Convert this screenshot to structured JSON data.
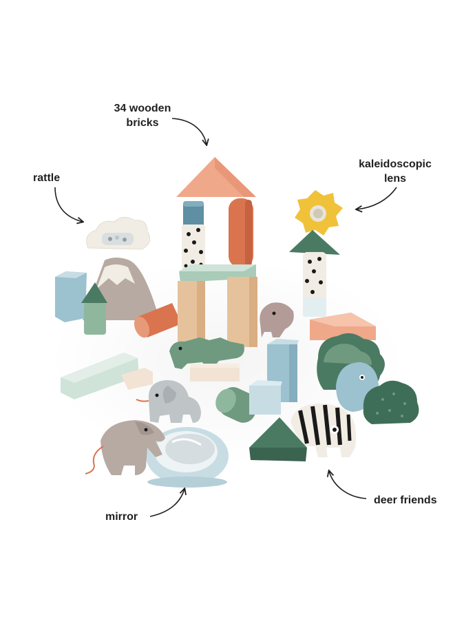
{
  "callouts": {
    "bricks": {
      "line1": "34 wooden",
      "line2": "bricks"
    },
    "rattle": "rattle",
    "lens": {
      "line1": "kaleidoscopic",
      "line2": "lens"
    },
    "mirror": "mirror",
    "deer_friends": "deer friends"
  },
  "colors": {
    "background": "#ffffff",
    "label": "#1f1f1f",
    "peach": "#f0a88a",
    "terracotta": "#d9744f",
    "mint": "#cfe3d8",
    "sage": "#6f9a80",
    "forest": "#4b7a63",
    "dusty_blue": "#9cc1cf",
    "pale_blue": "#c7dde3",
    "beech": "#e6c29c",
    "taupe": "#b7aaa3",
    "grey": "#bfc4c7",
    "mauve": "#b39c98",
    "yellow": "#f0c23a",
    "cream": "#f2ede4",
    "black": "#1a1a1a"
  }
}
